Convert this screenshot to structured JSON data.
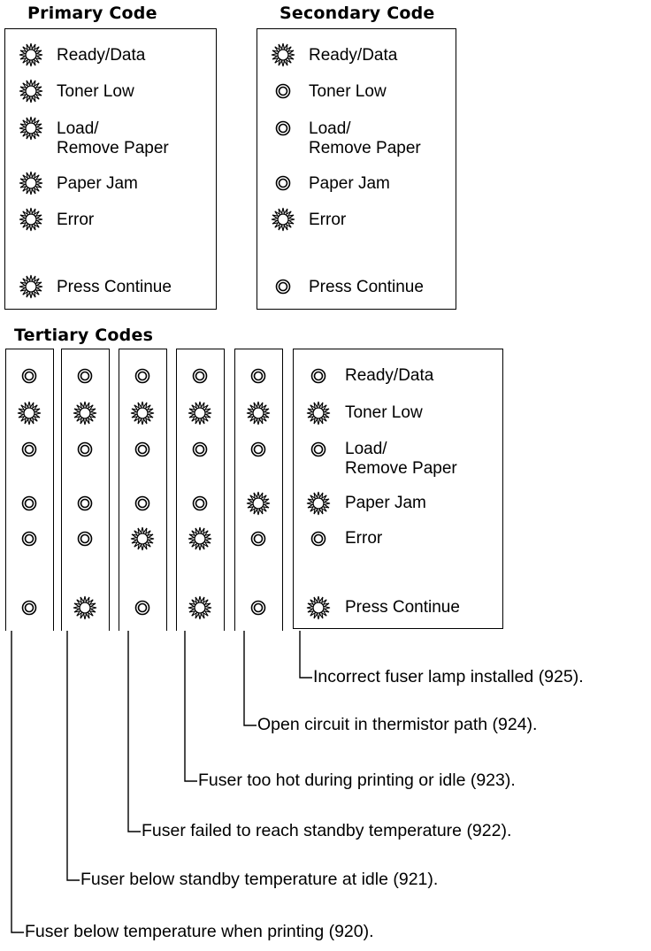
{
  "primary": {
    "title": "Primary Code",
    "lights": [
      {
        "label": "Ready/Data",
        "state": "on"
      },
      {
        "label": "Toner Low",
        "state": "on"
      },
      {
        "label": "Load/\nRemove Paper",
        "state": "on"
      },
      {
        "label": "Paper Jam",
        "state": "on"
      },
      {
        "label": "Error",
        "state": "on"
      },
      {
        "label": "Press Continue",
        "state": "on"
      }
    ]
  },
  "secondary": {
    "title": "Secondary Code",
    "lights": [
      {
        "label": "Ready/Data",
        "state": "on"
      },
      {
        "label": "Toner Low",
        "state": "off"
      },
      {
        "label": "Load/\nRemove Paper",
        "state": "off"
      },
      {
        "label": "Paper Jam",
        "state": "off"
      },
      {
        "label": "Error",
        "state": "on"
      },
      {
        "label": "Press Continue",
        "state": "off"
      }
    ]
  },
  "tertiary": {
    "title": "Tertiary Codes",
    "labels": [
      "Ready/Data",
      "Toner Low",
      "Load/\nRemove Paper",
      "Paper Jam",
      "Error",
      "Press Continue"
    ],
    "reference_states": [
      "off",
      "on",
      "off",
      "on",
      "off",
      "on"
    ],
    "columns": [
      {
        "code": "920",
        "states": [
          "off",
          "on",
          "off",
          "off",
          "off",
          "off"
        ]
      },
      {
        "code": "921",
        "states": [
          "off",
          "on",
          "off",
          "off",
          "off",
          "on"
        ]
      },
      {
        "code": "922",
        "states": [
          "off",
          "on",
          "off",
          "off",
          "on",
          "off"
        ]
      },
      {
        "code": "923",
        "states": [
          "off",
          "on",
          "off",
          "off",
          "on",
          "on"
        ]
      },
      {
        "code": "924",
        "states": [
          "off",
          "on",
          "off",
          "on",
          "off",
          "off"
        ]
      }
    ],
    "callouts": [
      "Fuser below temperature when printing (920).",
      "Fuser below standby temperature at idle (921).",
      "Fuser failed to reach standby temperature (922).",
      "Fuser too hot during printing or idle (923).",
      "Open circuit in thermistor path (924).",
      "Incorrect fuser lamp installed (925)."
    ]
  },
  "icons": {
    "on": "lamp-on-icon",
    "off": "lamp-off-icon"
  }
}
